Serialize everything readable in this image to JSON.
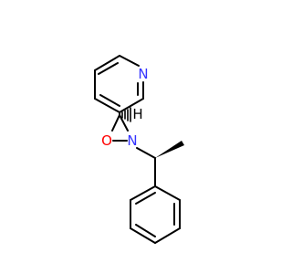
{
  "molecule": {
    "atoms": {
      "pyridine_n": "N",
      "oxaziridine_o": "O",
      "oxaziridine_n": "N",
      "stereo_h": "H"
    },
    "colors": {
      "bond": "#000000",
      "nitrogen": "#3333ff",
      "oxygen": "#ff0000",
      "carbon_label": "#000000"
    }
  }
}
